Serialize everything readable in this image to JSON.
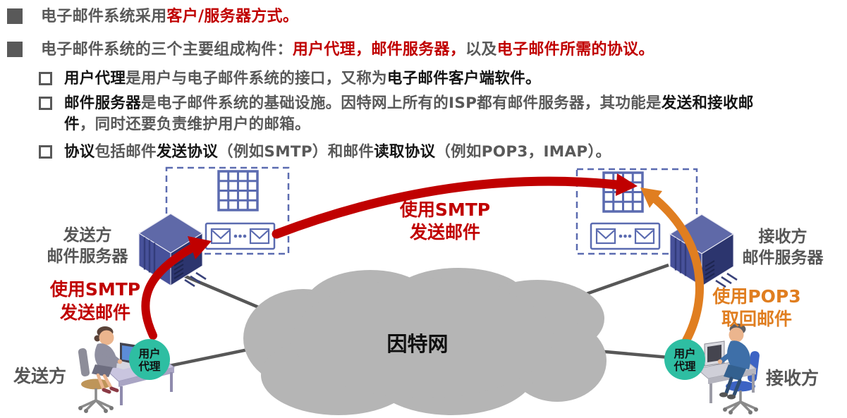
{
  "colors": {
    "accent_red": "#C00000",
    "accent_orange": "#E07E20",
    "user_agent_teal": "#2EBEA2",
    "icon_blue": "#5B6BB0",
    "server_blue_dark": "#2C356E",
    "server_blue_mid": "#47519A",
    "server_blue_top": "#5F69A8",
    "cloud_gray": "#B5B5B5",
    "text_gray": "#595959",
    "text_black": "#141414"
  },
  "markers": {
    "level1": "■",
    "level2": "□"
  },
  "icons": {
    "envelope": "✉",
    "mailbox_grid": "4x4-grid",
    "mail_server": "isometric-server-box",
    "internet_cloud": "cloud-shape",
    "user_agent_badge": "teal-circle"
  },
  "content": {
    "bullets": [
      {
        "level": 1,
        "segments": [
          {
            "text": "电子邮件系统采用"
          },
          {
            "text": "客户/服务器方式。"
          }
        ]
      },
      {
        "level": 1,
        "segments": [
          {
            "text": "电子邮件系统的三个主要组成构件："
          },
          {
            "text": "用户代理，邮件服务器，"
          },
          {
            "text": "以及"
          },
          {
            "text": "电子邮件所需的协议。"
          }
        ]
      },
      {
        "level": 2,
        "segments": [
          {
            "text": "用户代理"
          },
          {
            "text": "是用户与电子邮件系统的接口，又称为"
          },
          {
            "text": "电子邮件客户端软件。"
          }
        ]
      },
      {
        "level": 2,
        "segments": [
          {
            "text": "邮件服务器"
          },
          {
            "text": "是电子邮件系统的基础设施。因特网上所有的ISP都有邮件服务器，其功能是"
          },
          {
            "text": "发送和接收邮件"
          },
          {
            "text": "，同时还要负责维护用户的邮箱。"
          }
        ]
      },
      {
        "level": 2,
        "segments": [
          {
            "text": "协议"
          },
          {
            "text": "包括邮件"
          },
          {
            "text": "发送协议"
          },
          {
            "text": "（例如SMTP）和邮件"
          },
          {
            "text": "读取协议"
          },
          {
            "text": "（例如POP3，IMAP）。"
          }
        ]
      }
    ]
  },
  "diagram": {
    "sender_server_label": [
      "发送方",
      "邮件服务器"
    ],
    "smtp_send_label_left": [
      "使用SMTP",
      "发送邮件"
    ],
    "smtp_send_label_center": [
      "使用SMTP",
      "发送邮件"
    ],
    "receiver_server_label": [
      "接收方",
      "邮件服务器"
    ],
    "pop3_label": [
      "使用POP3",
      "取回邮件"
    ],
    "internet_label": "因特网",
    "sender_label": "发送方",
    "receiver_label": "接收方",
    "user_agent_label": [
      "用户",
      "代理"
    ]
  }
}
